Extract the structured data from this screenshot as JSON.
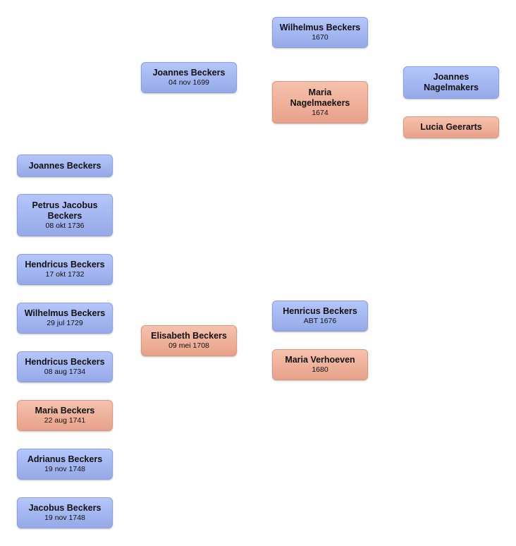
{
  "children": [
    {
      "name": "Joannes Beckers",
      "date": ""
    },
    {
      "name": "Petrus Jacobus Beckers",
      "date": "08 okt 1736"
    },
    {
      "name": "Hendricus Beckers",
      "date": "17 okt 1732"
    },
    {
      "name": "Wilhelmus Beckers",
      "date": "29 jul 1729"
    },
    {
      "name": "Hendricus Beckers",
      "date": "08 aug 1734"
    },
    {
      "name": "Maria Beckers",
      "date": "22 aug 1741"
    },
    {
      "name": "Adrianus Beckers",
      "date": "19 nov 1748"
    },
    {
      "name": "Jacobus Beckers",
      "date": "19 nov 1748"
    }
  ],
  "parents": {
    "father": {
      "name": "Joannes Beckers",
      "date": "04 nov 1699"
    },
    "mother": {
      "name": "Elisabeth Beckers",
      "date": "09 mei 1708"
    }
  },
  "grandparents": {
    "paternal_grandfather": {
      "name": "Wilhelmus Beckers",
      "date": "1670"
    },
    "paternal_grandmother": {
      "name": "Maria Nagelmaekers",
      "date": "1674"
    },
    "maternal_grandfather": {
      "name": "Henricus Beckers",
      "date": "ABT 1676"
    },
    "maternal_grandmother": {
      "name": "Maria Verhoeven",
      "date": "1680"
    }
  },
  "great_grandparents": {
    "father": {
      "name": "Joannes Nagelmakers",
      "date": ""
    },
    "mother": {
      "name": "Lucia Geerarts",
      "date": ""
    }
  }
}
